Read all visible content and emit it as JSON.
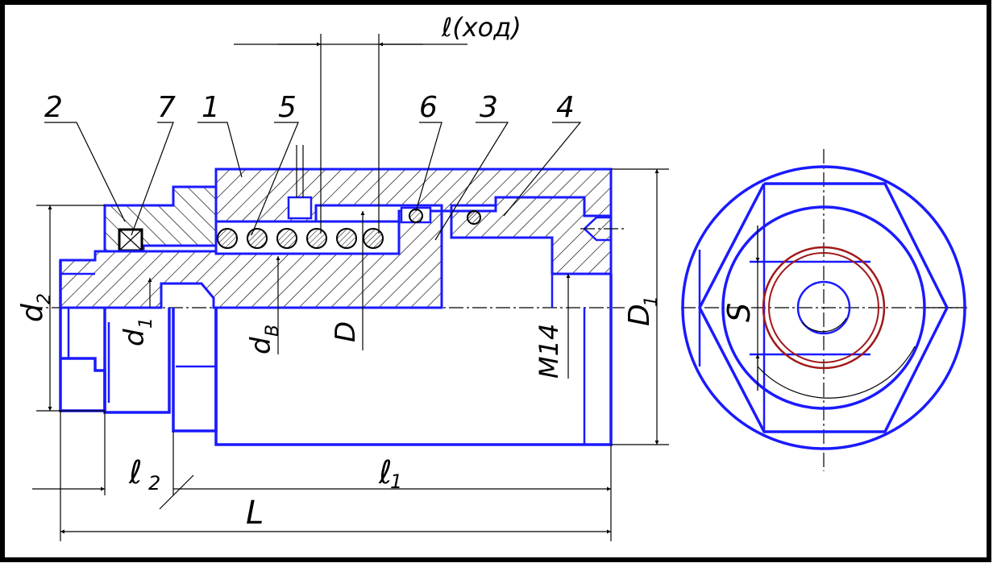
{
  "labels": {
    "stroke_l": "ℓ(ход)",
    "leader_2": "2",
    "leader_7": "7",
    "leader_1": "1",
    "leader_5": "5",
    "leader_6": "6",
    "leader_3": "3",
    "leader_4": "4",
    "d2": "d",
    "d2_sub": "2",
    "d1": "d",
    "d1_sub": "1",
    "dB": "d",
    "dB_sub": "В",
    "D": "D",
    "M14": "M14",
    "D1": "D",
    "D1_sub": "1",
    "S": "S",
    "l2": "ℓ",
    "l2_sub": "2",
    "l1": "ℓ",
    "l1_sub": "1",
    "L": "L"
  },
  "colors": {
    "outline": "#1a1aff",
    "annotation": "#000000",
    "seal_ring": "#a01818",
    "frame": "#000000"
  }
}
